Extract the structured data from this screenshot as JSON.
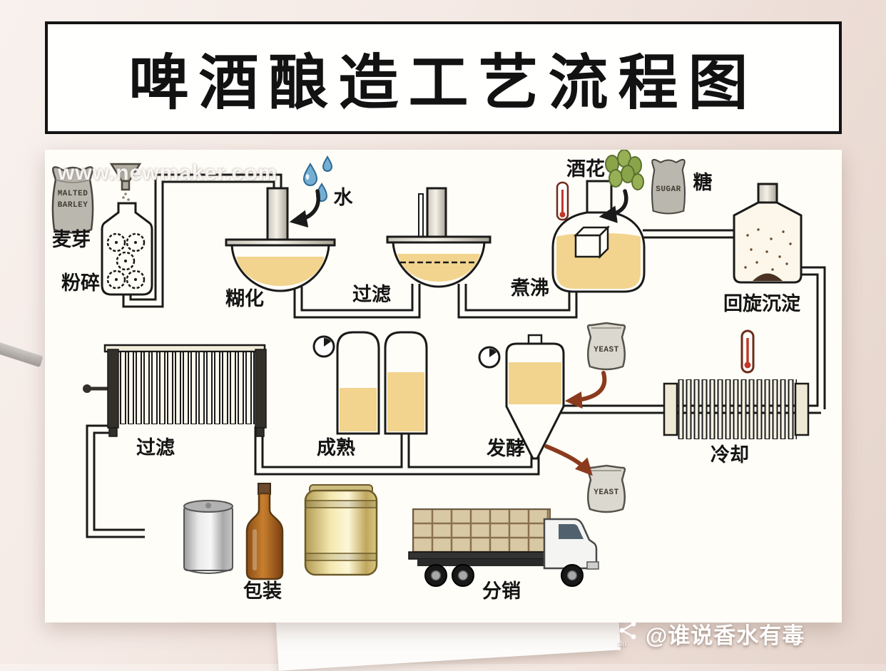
{
  "title": "啤酒酿造工艺流程图",
  "watermark": "www.newmaker.com",
  "credit": {
    "handle": "@谁说香水有毒",
    "badge": "du"
  },
  "stages": {
    "malt": "麦芽",
    "milling": "粉碎",
    "water": "水",
    "mashing": "糊化",
    "lautering": "过滤",
    "boiling": "煮沸",
    "hops": "酒花",
    "sugar": "糖",
    "whirlpool": "回旋沉淀",
    "cooling": "冷却",
    "fermentation": "发酵",
    "maturation": "成熟",
    "filtration": "过滤",
    "packaging": "包装",
    "distribution": "分销"
  },
  "package_text": {
    "malt_line1": "MALTED",
    "malt_line2": "BARLEY",
    "sugar": "SUGAR",
    "yeast_top": "YEAST",
    "yeast_bottom": "YEAST"
  },
  "colors": {
    "wort": "#f2d48e",
    "outline": "#1a1a1a",
    "hops_green": "#8aa44a",
    "yeast_arrow": "#8a3b1d",
    "background": "#efe2db",
    "card": "#fffdf7"
  }
}
